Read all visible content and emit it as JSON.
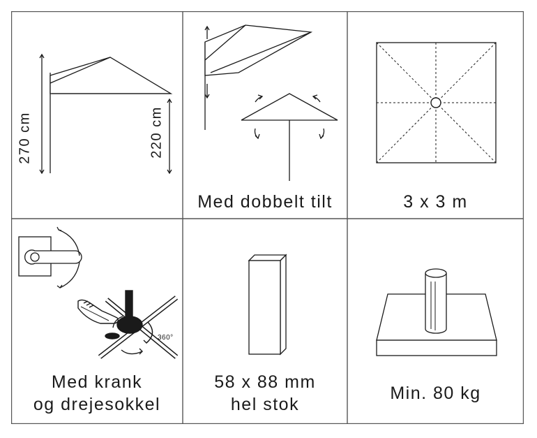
{
  "panels": {
    "heights": {
      "height_total": "270 cm",
      "height_edge": "220 cm"
    },
    "tilt": {
      "caption": "Med dobbelt tilt"
    },
    "size": {
      "caption": "3 x 3 m"
    },
    "crank": {
      "caption_line1": "Med krank",
      "caption_line2": "og drejesokkel",
      "rotation_label": "360°"
    },
    "pole": {
      "caption_line1": "58 x 88 mm",
      "caption_line2": "hel stok"
    },
    "base": {
      "caption": "Min. 80 kg"
    }
  },
  "icons": [
    "umbrella-side-icon",
    "tilt-umbrella-icon",
    "canopy-top-icon",
    "crank-handle-icon",
    "rotating-base-icon",
    "pole-profile-icon",
    "weight-base-icon"
  ],
  "colors": {
    "line": "#1a1a1a",
    "frame": "#555555",
    "background": "#ffffff"
  }
}
